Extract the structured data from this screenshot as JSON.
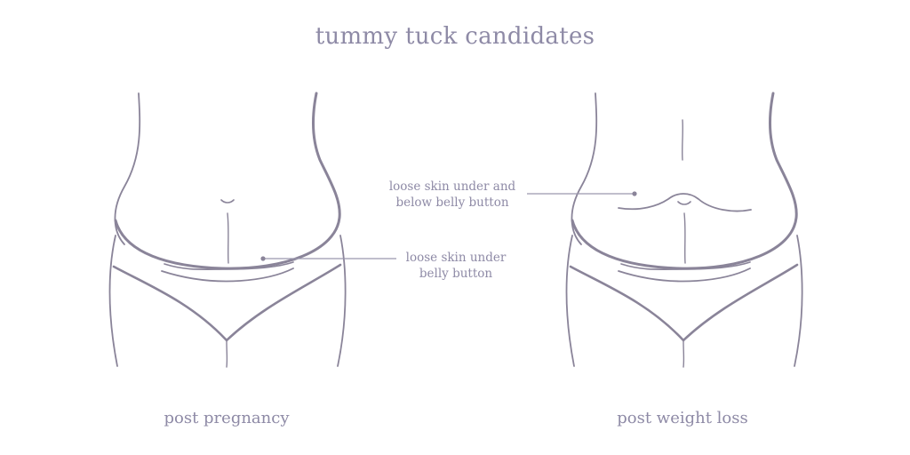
{
  "title": "tummy tuck candidates",
  "figures": [
    {
      "caption": "post pregnancy"
    },
    {
      "caption": "post weight loss"
    }
  ],
  "callouts": {
    "left_figure": {
      "line1": "loose skin under",
      "line2": "belly button"
    },
    "right_figure": {
      "line1": "loose skin under and",
      "line2": "below belly button"
    }
  },
  "colors": {
    "text": "#8e8aa6",
    "line": "#8a8499",
    "background": "#ffffff"
  }
}
